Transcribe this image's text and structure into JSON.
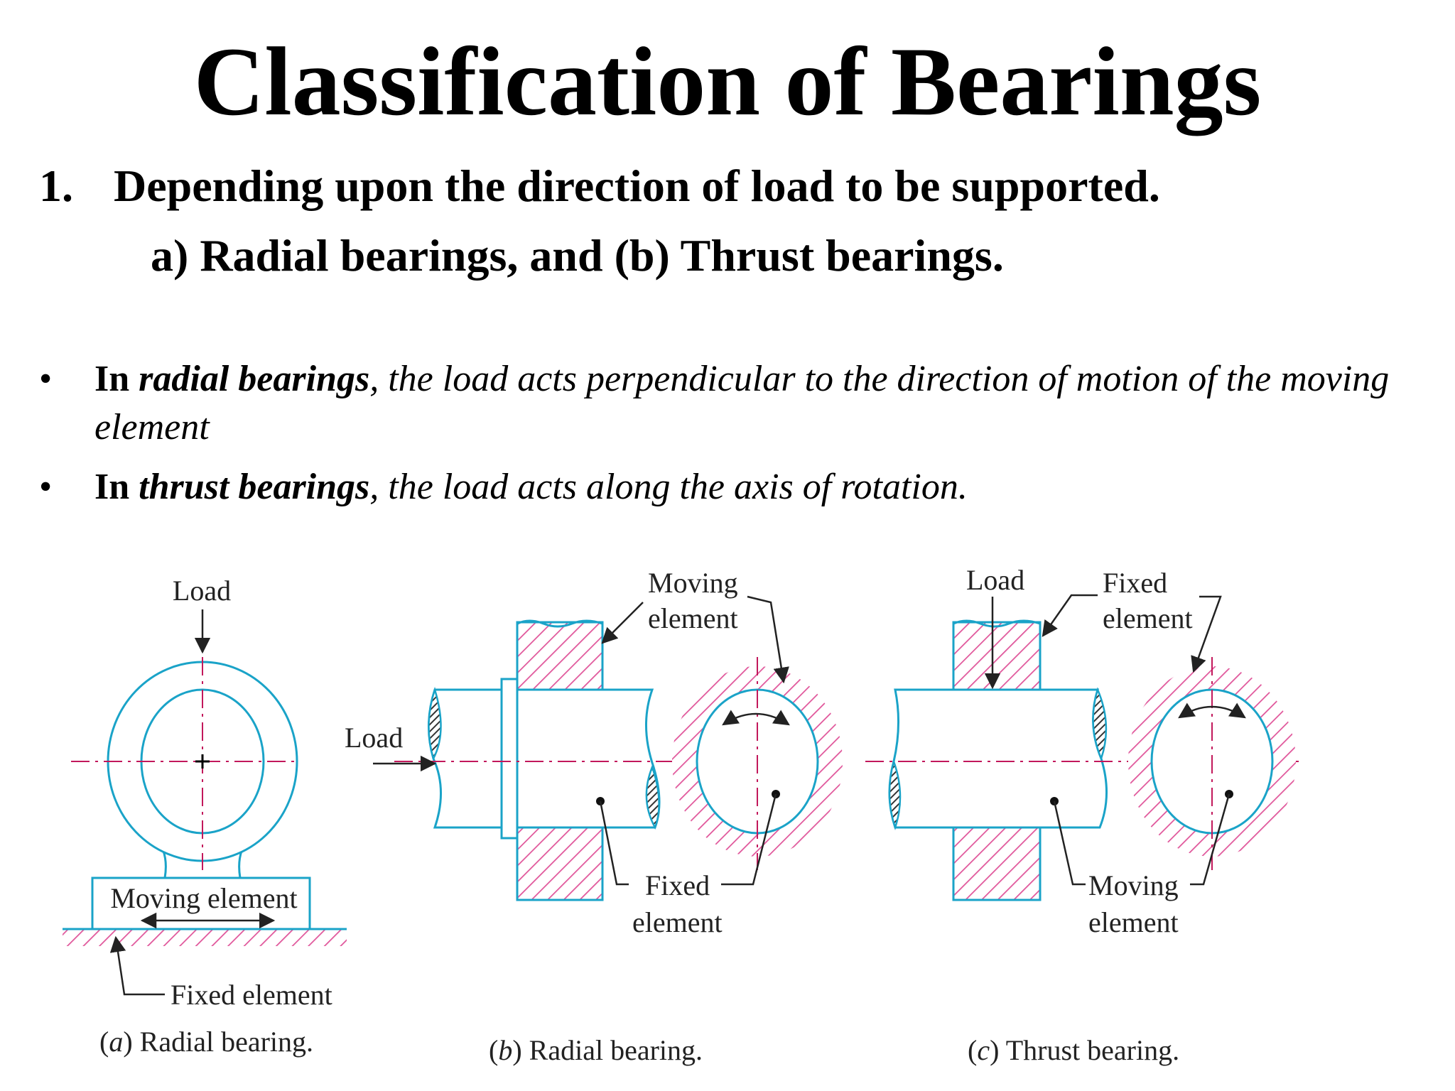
{
  "title": "Classification of Bearings",
  "point1": {
    "number": "1.",
    "text": "Depending upon the direction of load to be supported."
  },
  "point1_sub": "a) Radial bearings, and (b) Thrust bearings.",
  "bullets": [
    {
      "symbol": "•",
      "lead": "In ",
      "term": "radial bearings",
      "rest": ", the load acts perpendicular to the direction of motion of the moving element"
    },
    {
      "symbol": "•",
      "lead": "In ",
      "term": "thrust bearings",
      "rest": ", the load acts along the axis of rotation."
    }
  ],
  "figure": {
    "colors": {
      "outline": "#1aa3c8",
      "hatch": "#e0559a",
      "centerline": "#c2185b",
      "ink": "#222222"
    },
    "panel_a": {
      "load": "Load",
      "moving_element": "Moving element",
      "fixed_element": "Fixed element",
      "caption_letter": "a",
      "caption_text": "Radial bearing."
    },
    "panel_b": {
      "load": "Load",
      "moving_line1": "Moving",
      "moving_line2": "element",
      "fixed_line1": "Fixed",
      "fixed_line2": "element",
      "caption_letter": "b",
      "caption_text": "Radial bearing."
    },
    "panel_c": {
      "load": "Load",
      "fixed_line1": "Fixed",
      "fixed_line2": "element",
      "moving_line1": "Moving",
      "moving_line2": "element",
      "caption_letter": "c",
      "caption_text": "Thrust bearing."
    }
  }
}
